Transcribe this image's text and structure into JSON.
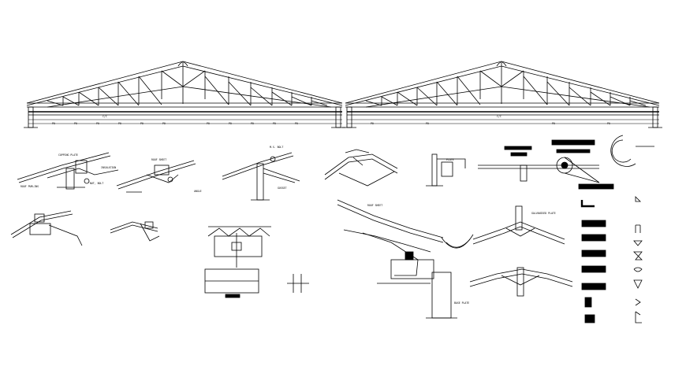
{
  "drawing": {
    "span_labels": [
      "C/C",
      "C/C"
    ],
    "bay_labels": [
      "PO",
      "PO",
      "PO",
      "PO",
      "PO",
      "PO",
      "PO",
      "PO",
      "PO",
      "PO",
      "PO",
      "PO",
      "PO",
      "PO",
      "PO"
    ],
    "callouts": {
      "ridge_detail_1": "COPPING PLATE",
      "bolt_label_1": "NUT, BOLT",
      "purlin_label_1": "ROOF PURLINS",
      "insulation_label": "INSULATION",
      "roof_sheet_label": "ROOF SHEET",
      "angle_label": "ANGLE",
      "bolt_ms_label": "M.S. BOLT",
      "gusset_label": "GUSSET",
      "plate_label": "PLATE",
      "roof_sheet_label_2": "ROOF SHEET",
      "base_plate_label": "BASE PLATE",
      "galv_label": "GALVANISED PLATE"
    }
  },
  "legend": {
    "items": [
      "L",
      "BOX",
      "I",
      "C",
      "T",
      "O",
      "S",
      "Z"
    ]
  }
}
